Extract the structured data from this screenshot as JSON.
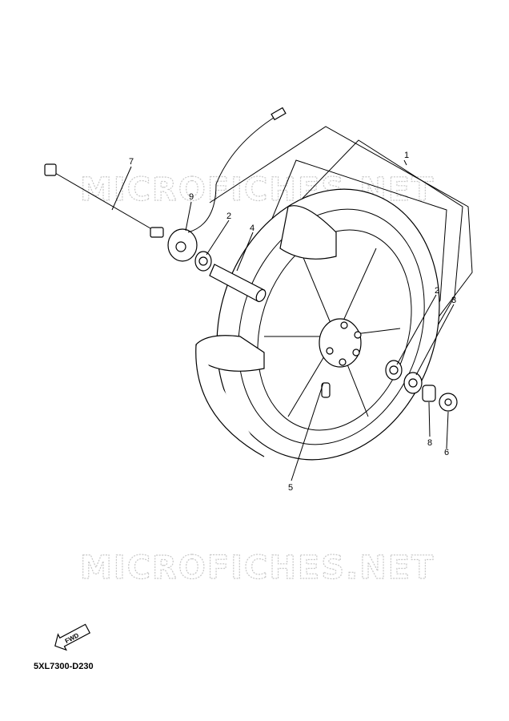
{
  "watermark": "MICROFICHES.NET",
  "diagram_code": "5XL7300-D230",
  "fwd_label": "FWD",
  "callouts": [
    "1",
    "2",
    "4",
    "9",
    "7",
    "2",
    "3",
    "8",
    "6",
    "5"
  ]
}
